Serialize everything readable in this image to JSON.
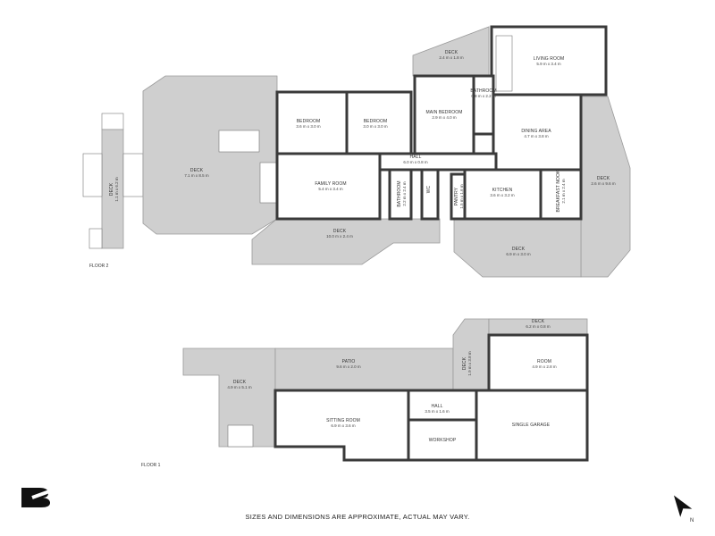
{
  "floor2": {
    "label": "FLOOR 2",
    "rooms": [
      {
        "name": "DECK",
        "dim": "2.4 m x 1.8 m"
      },
      {
        "name": "LIVING ROOM",
        "dim": "5.9 m x 3.4 m"
      },
      {
        "name": "BATHROOM",
        "dim": "0.8 m x 2.2 m"
      },
      {
        "name": "BEDROOM",
        "dim": "3.6 m x 3.0 m"
      },
      {
        "name": "BEDROOM",
        "dim": "3.0 m x 3.0 m"
      },
      {
        "name": "MAIN BEDROOM",
        "dim": "2.9 m x 4.0 m"
      },
      {
        "name": "DINING AREA",
        "dim": "4.7 m x 3.8 m"
      },
      {
        "name": "HALL",
        "dim": "6.0 m x 0.8 m"
      },
      {
        "name": "DECK",
        "dim": "7.1 m x 8.5 m"
      },
      {
        "name": "DECK",
        "dim": "1.1 m x 6.2 m"
      },
      {
        "name": "FAMILY ROOM",
        "dim": "5.4 m x 3.4 m"
      },
      {
        "name": "BATHROOM",
        "dim": "2.2 m x 2.4 m"
      },
      {
        "name": "WC",
        "dim": ""
      },
      {
        "name": "PANTRY",
        "dim": "1.5 m x 1.6 m"
      },
      {
        "name": "KITCHEN",
        "dim": "3.6 m x 3.2 m"
      },
      {
        "name": "BREAKFAST NOOK",
        "dim": "2.1 m x 2.4 m"
      },
      {
        "name": "DECK",
        "dim": "2.6 m x 9.6 m"
      },
      {
        "name": "DECK",
        "dim": "10.0 m x 2.4 m"
      },
      {
        "name": "DECK",
        "dim": "6.9 m x 3.0 m"
      }
    ]
  },
  "floor1": {
    "label": "FLOOR 1",
    "rooms": [
      {
        "name": "DECK",
        "dim": "6.2 m x 0.8 m"
      },
      {
        "name": "DECK",
        "dim": "1.9 m x 3.8 m"
      },
      {
        "name": "ROOM",
        "dim": "4.9 m x 2.8 m"
      },
      {
        "name": "PATIO",
        "dim": "9.6 m x 2.0 m"
      },
      {
        "name": "DECK",
        "dim": "4.9 m x 5.1 m"
      },
      {
        "name": "HALL",
        "dim": "3.5 m x 1.6 m"
      },
      {
        "name": "SITTING ROOM",
        "dim": "6.9 m x 3.6 m"
      },
      {
        "name": "WORKSHOP",
        "dim": ""
      },
      {
        "name": "SINGLE GARAGE",
        "dim": ""
      }
    ]
  },
  "footer": "SIZES AND DIMENSIONS ARE APPROXIMATE, ACTUAL MAY VARY.",
  "north_label": "N",
  "icons": {
    "logo": "brand-logo-b",
    "compass": "north-arrow"
  },
  "colors": {
    "deck": "#cfcfcf",
    "wall": "#3a3a3a",
    "room": "#ffffff"
  }
}
